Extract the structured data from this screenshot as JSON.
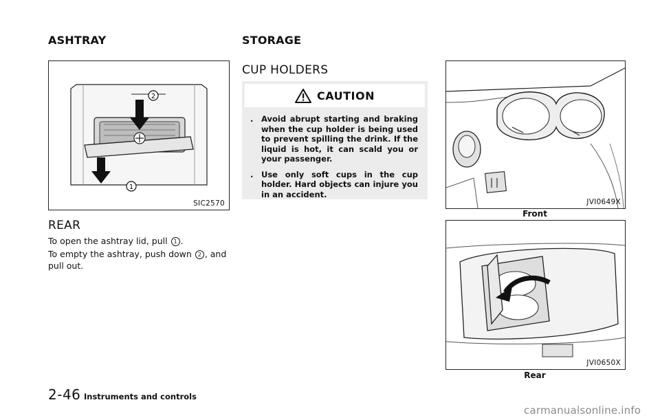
{
  "left": {
    "section_title": "ASHTRAY",
    "figure": {
      "code": "SIC2570",
      "callout_1": "1",
      "callout_2": "2"
    },
    "subsection_title": "REAR",
    "para1_before": "To open the ashtray lid, pull ",
    "para1_marker": "1",
    "para1_after": ".",
    "para2_before": "To empty the ashtray, push down ",
    "para2_marker": "2",
    "para2_after": ", and pull out."
  },
  "middle": {
    "section_title": "STORAGE",
    "subsection_title": "CUP HOLDERS",
    "caution": {
      "icon": "warning-triangle-icon",
      "title": "CAUTION",
      "items": [
        "Avoid abrupt starting and braking when the cup holder is being used to prevent spilling the drink. If the liquid is hot, it can scald you or your passenger.",
        "Use only soft cups in the cup holder. Hard objects can injure you in an accident."
      ],
      "bullet": "."
    }
  },
  "right": {
    "figure_front": {
      "code": "JVI0649X",
      "caption": "Front"
    },
    "figure_rear": {
      "code": "JVI0650X",
      "caption": "Rear"
    }
  },
  "footer": {
    "page_number": "2-46",
    "section_name": "Instruments and controls",
    "watermark": "carmanualsonline.info"
  }
}
